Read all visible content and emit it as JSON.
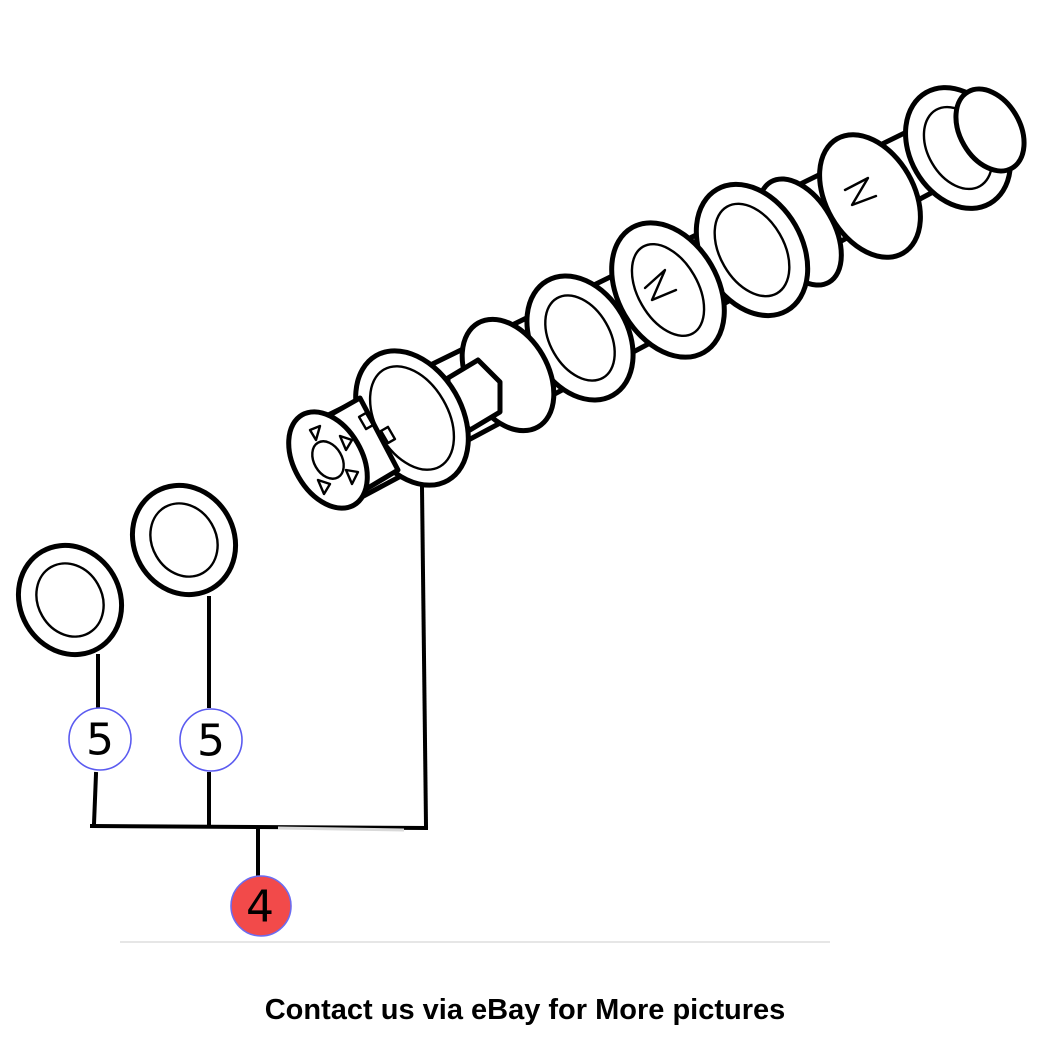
{
  "callouts": {
    "seal_left": "5",
    "seal_right": "5",
    "assembly": "4"
  },
  "footer": {
    "text": "Contact us via eBay for More pictures"
  },
  "colors": {
    "assembly_callout_fill": "#f24a4a",
    "callout_ring": "#5b5bf0"
  }
}
